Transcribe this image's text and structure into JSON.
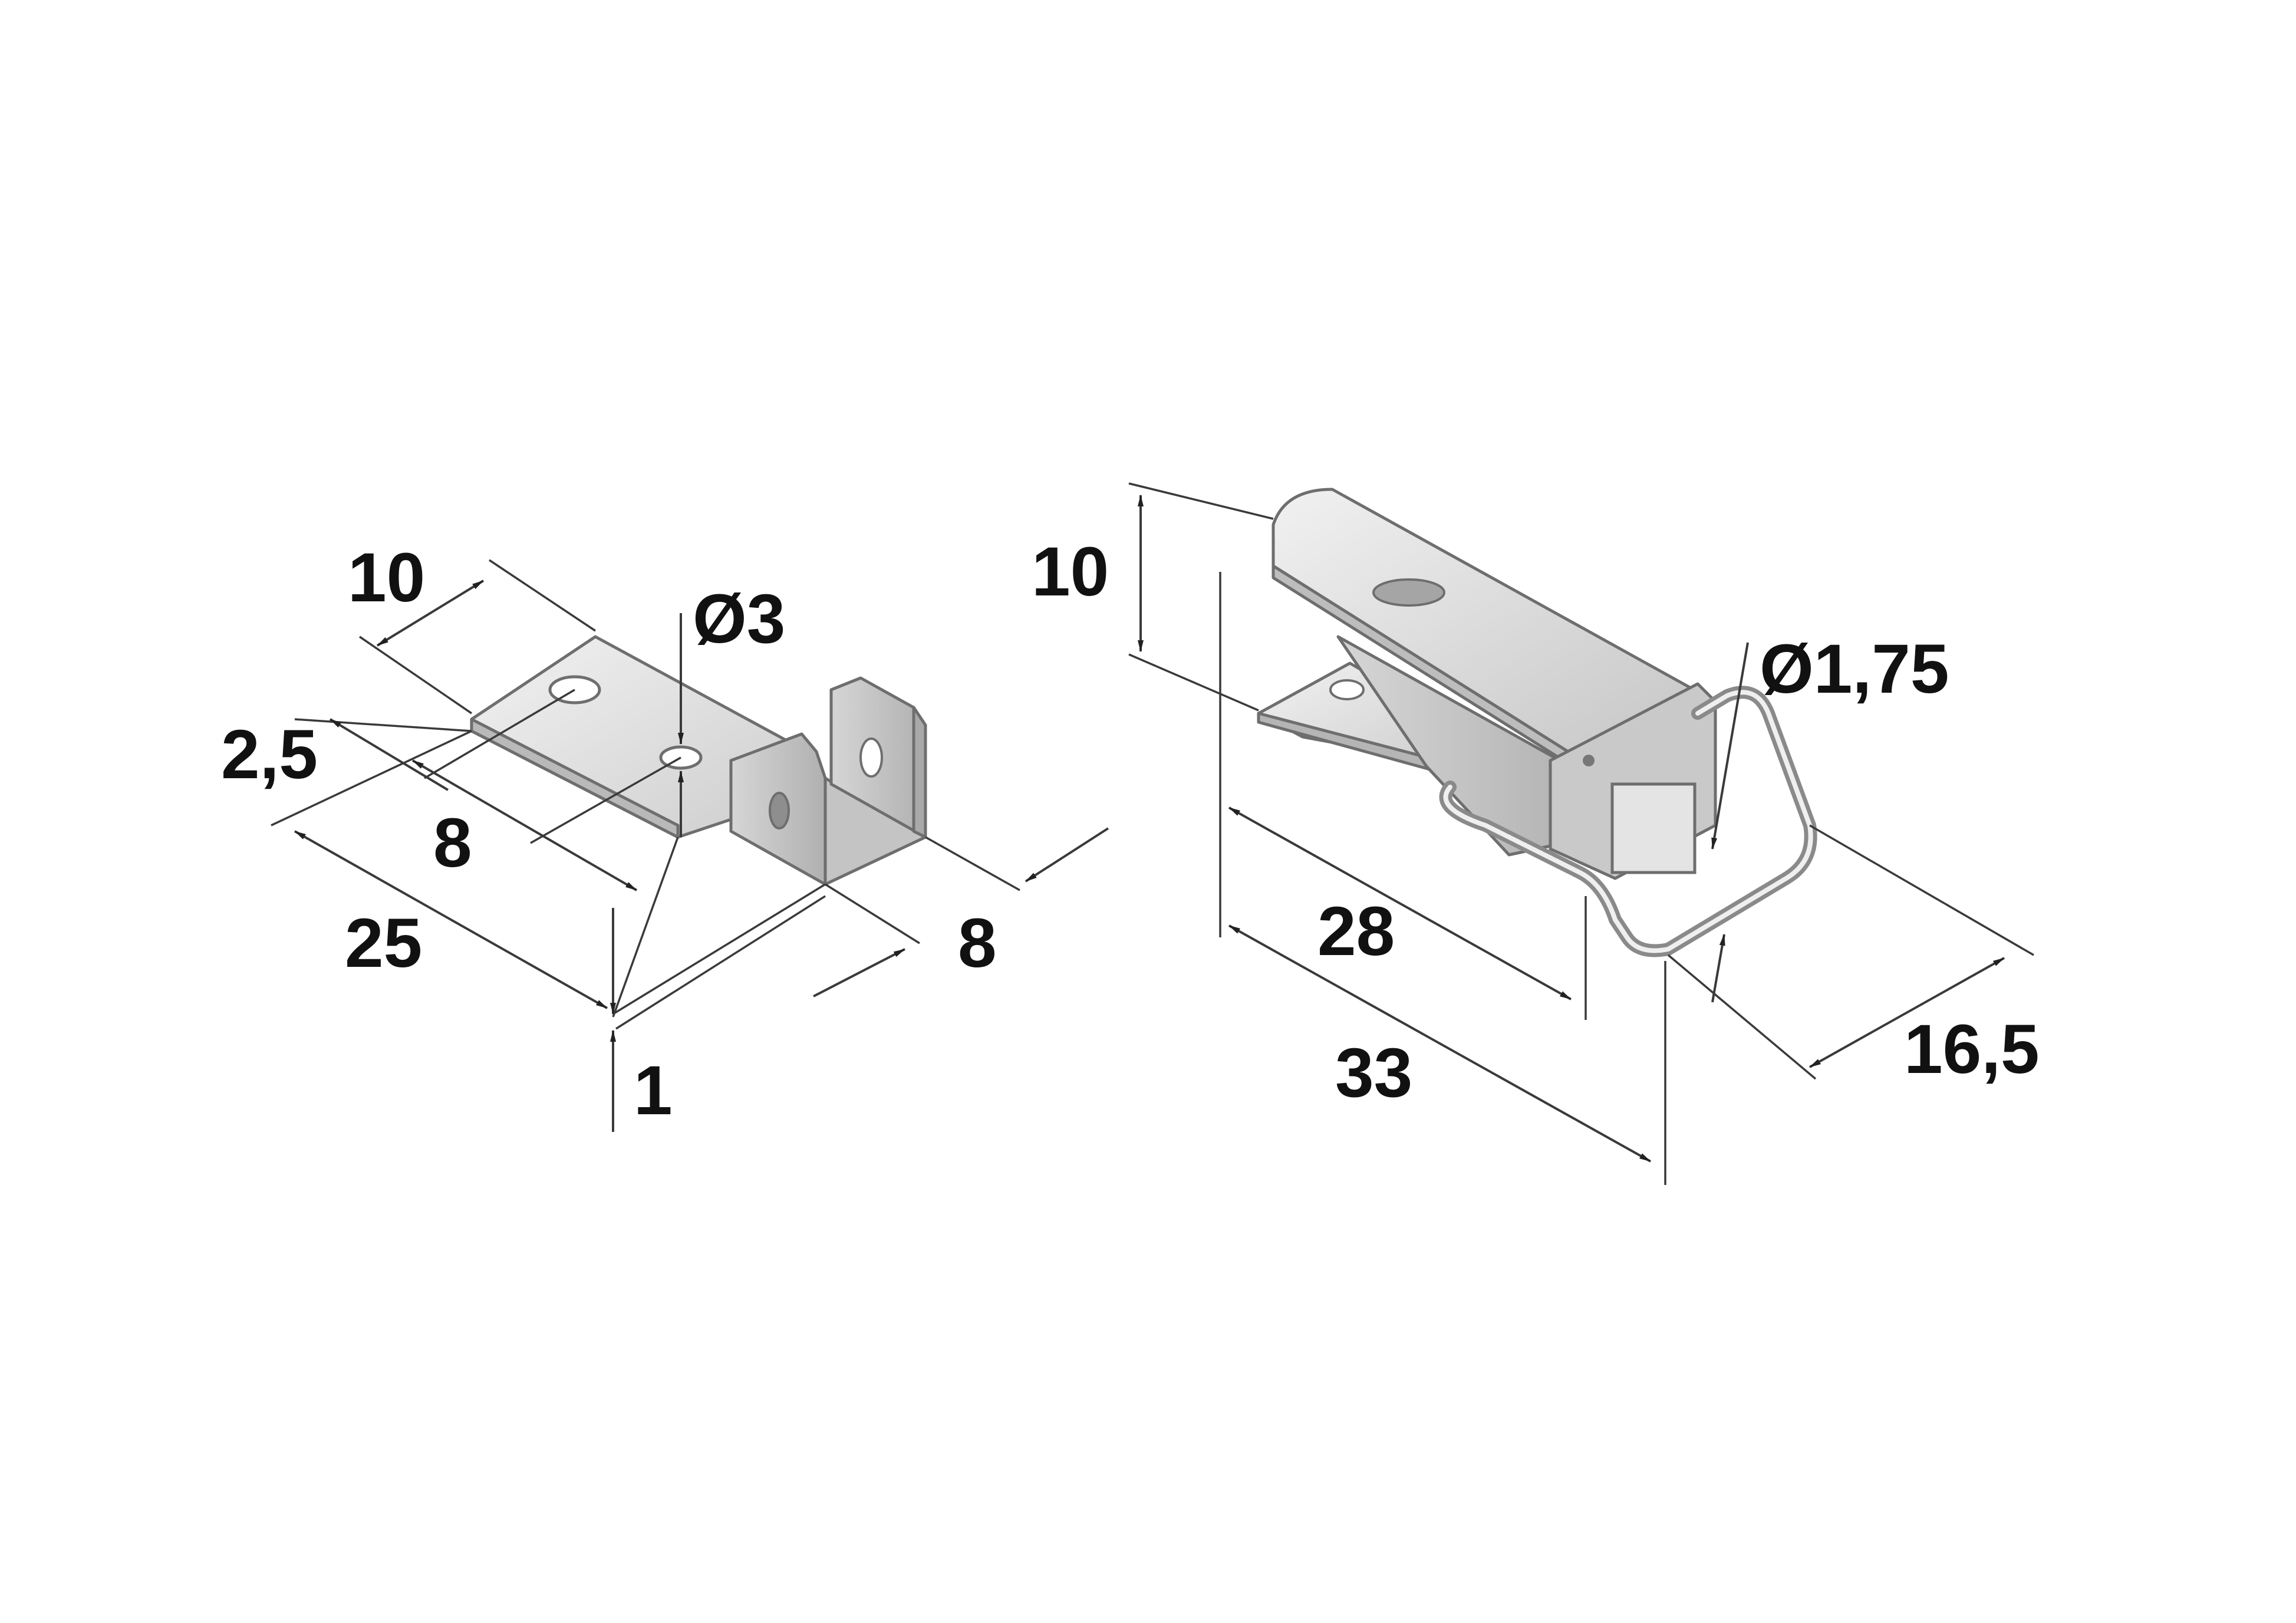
{
  "staple_part": {
    "dimensions": {
      "width_top": "10",
      "hole_diameter": "Ø3",
      "hole_offset": "2,5",
      "hole_spacing": "8",
      "length": "25",
      "flange_width": "8",
      "thickness": "1"
    }
  },
  "latch_part": {
    "dimensions": {
      "height": "10",
      "wire_diameter": "Ø1,75",
      "body_length": "28",
      "overall_length": "33",
      "width": "16,5"
    }
  },
  "colors": {
    "metal_light": "#e9e9e9",
    "metal_mid": "#cfcfcf",
    "metal_dark": "#a9a9a9",
    "edge": "#6e6e6e",
    "dimension_line": "#3a3a3a",
    "text": "#111111"
  }
}
